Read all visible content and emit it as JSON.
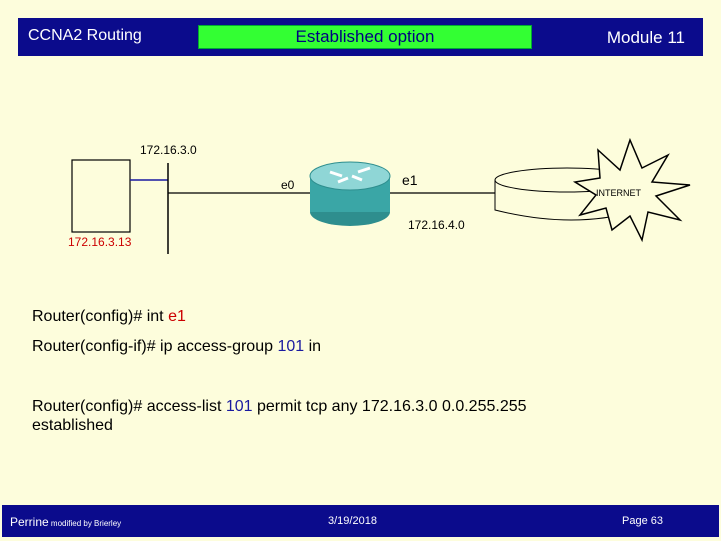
{
  "header": {
    "course": "CCNA2 Routing",
    "title": "Established option",
    "module": "Module 11"
  },
  "diagram": {
    "network_top": "172.16.3.0",
    "host_ip": "172.16.3.13",
    "iface_e0": "e0",
    "iface_e1": "e1",
    "network_right": "172.16.4.0",
    "internet_label": "INTERNET"
  },
  "commands": {
    "line1": {
      "prefix": "Router(config)# int ",
      "iface": "e1"
    },
    "line2": {
      "prefix": "Router(config-if)#  ip access-group ",
      "acl": "101",
      "suffix": " in"
    },
    "line3": {
      "prefix": "Router(config)# access-list ",
      "acl": "101",
      "suffix": " permit tcp any 172.16.3.0  0.0.255.255",
      "cont": "established"
    }
  },
  "footer": {
    "author": "Perrine",
    "modified": " modified by Brierley",
    "date": "3/19/2018",
    "page": "Page 63"
  },
  "colors": {
    "banner": "#0b0b8c",
    "title_box": "#33ff33",
    "background": "#fdfddc",
    "router": "#3aa6a6"
  }
}
